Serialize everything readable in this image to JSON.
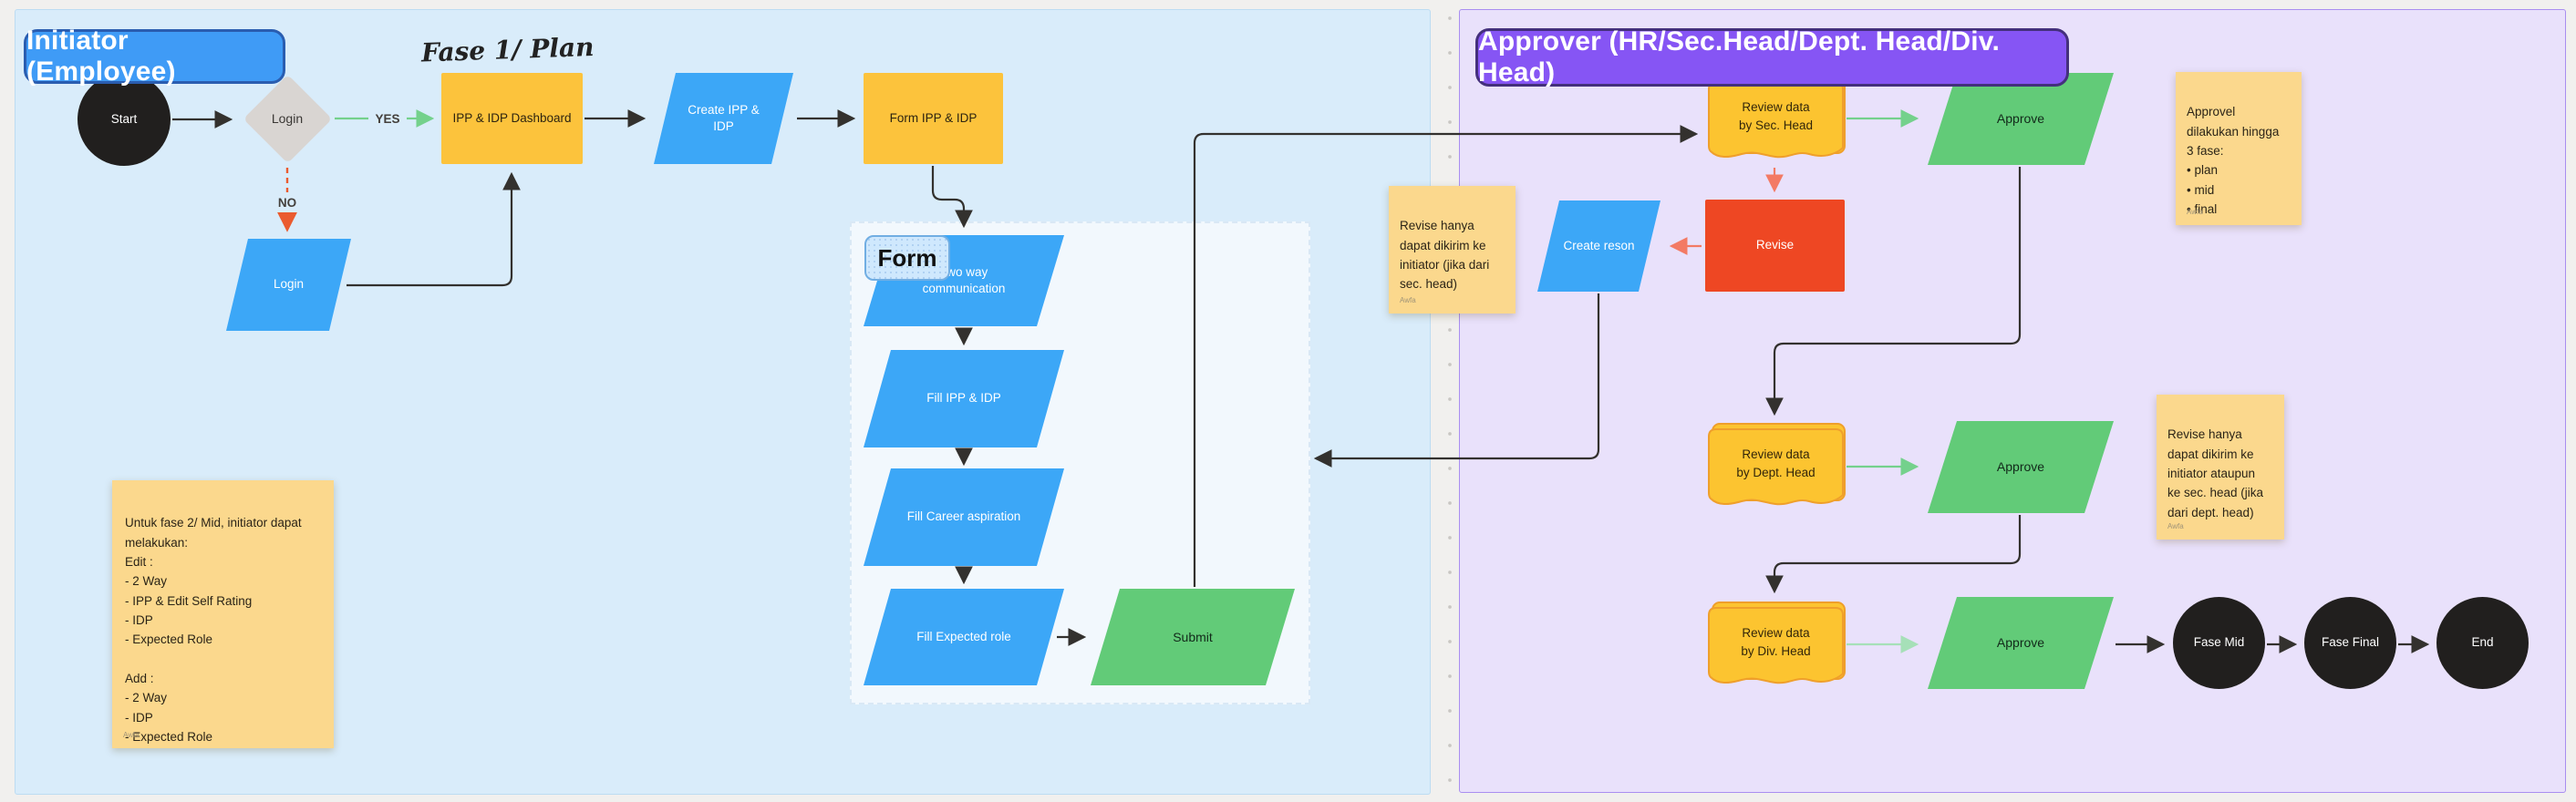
{
  "colors": {
    "lane_initiator_bg": "#d9ecfa",
    "lane_approver_bg": "#e9e1fb",
    "header_initiator_fill": "#3f9bf6",
    "header_approver_fill": "#8655f4",
    "process_yellow": "#fcc33c",
    "io_blue": "#3ca7f7",
    "approve_green": "#62cb78",
    "revise_red": "#ee4723",
    "terminator_black": "#211f1e",
    "decision_gray": "#d9d5d2",
    "sticky_yellow": "#fbd88d",
    "arrow_black": "#33312e",
    "arrow_green": "#74d18c",
    "arrow_salmon": "#f37a64",
    "arrow_no_orange": "#ea5b2f"
  },
  "lanes": {
    "initiator": {
      "title": "Initiator (Employee)"
    },
    "approver": {
      "title": "Approver (HR/Sec.Head/Dept. Head/Div. Head)"
    }
  },
  "annotations": {
    "phase_label": "Fase 1/ Plan",
    "form_section_label": "Form"
  },
  "edge_labels": {
    "yes": "YES",
    "no": "NO"
  },
  "nodes": {
    "start": {
      "label": "Start"
    },
    "login_decision": {
      "label": "Login"
    },
    "dashboard": {
      "label": "IPP & IDP Dashboard"
    },
    "create_ipp_idp": {
      "label": "Create IPP & IDP"
    },
    "form_ipp_idp": {
      "label": "Form IPP & IDP"
    },
    "login_manual": {
      "label": "Login"
    },
    "two_way": {
      "label": "Two way communication"
    },
    "fill_ipp_idp": {
      "label": "Fill IPP & IDP"
    },
    "fill_career": {
      "label": "Fill Career aspiration"
    },
    "fill_expected_role": {
      "label": "Fill Expected role"
    },
    "submit": {
      "label": "Submit"
    },
    "review_sec_head": {
      "label": "Review data\nby Sec. Head"
    },
    "approve_sec": {
      "label": "Approve"
    },
    "revise": {
      "label": "Revise"
    },
    "create_reson": {
      "label": "Create reson"
    },
    "review_dept_head": {
      "label": "Review data\nby Dept. Head"
    },
    "approve_dept": {
      "label": "Approve"
    },
    "review_div_head": {
      "label": "Review data\nby Div. Head"
    },
    "approve_div": {
      "label": "Approve"
    },
    "fase_mid": {
      "label": "Fase Mid"
    },
    "fase_final": {
      "label": "Fase Final"
    },
    "end": {
      "label": "End"
    }
  },
  "sticky_notes": {
    "fase2_note": {
      "text": "Untuk fase 2/ Mid, initiator dapat\nmelakukan:\nEdit :\n- 2 Way\n- IPP & Edit Self Rating\n- IDP\n- Expected Role\n\nAdd :\n- 2 Way\n- IDP\n- Expected Role",
      "author": "Awfa"
    },
    "revise_sec_note": {
      "text": "Revise hanya\ndapat dikirim ke\ninitiator (jika dari\nsec. head)",
      "author": "Awfa"
    },
    "approval_phases_note": {
      "text": "Approvel\ndilakukan hingga\n3 fase:\n   •   plan\n   •   mid\n   •   final",
      "author": "Awfa"
    },
    "revise_dept_note": {
      "text": "Revise hanya\ndapat dikirim ke\ninitiator ataupun\nke sec. head (jika\ndari dept. head)",
      "author": "Awfa"
    }
  }
}
